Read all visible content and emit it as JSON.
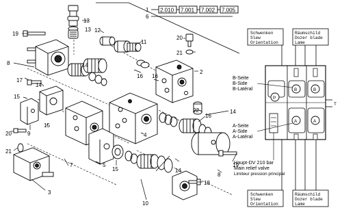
{
  "header": {
    "index_1": "1",
    "index_6": "6",
    "codes": [
      "2.010",
      "7.001",
      "7.002",
      "7.005"
    ]
  },
  "callouts": {
    "c2": "2",
    "c3": "3",
    "c4": "4",
    "c5": "5",
    "c7": "7",
    "c8a": "8",
    "c8b": "8",
    "c9": "9",
    "c10": "10",
    "c11": "11",
    "c12": "12",
    "c13": "13",
    "c14a": "14",
    "c14b": "14",
    "c14c": "14",
    "c14d": "14",
    "c15a": "15",
    "c15b": "15",
    "c15c": "15",
    "c16a": "16",
    "c16b": "16",
    "c16c": "16",
    "c17": "17",
    "c18": "18",
    "c19a": "19",
    "c19b": "19",
    "c20a": "20",
    "c20b": "20",
    "c21a": "21",
    "c21b": "21",
    "c22": "22"
  },
  "schematic": {
    "top_left_box": [
      "Schwenken",
      "Slew",
      "Orientation"
    ],
    "top_right_box": [
      "Räumschild",
      "Dozer blade",
      "Lame"
    ],
    "b_labels": [
      "B-Seite",
      "B-Side",
      "B-Latéral"
    ],
    "a_labels": [
      "A-Seite",
      "A-Side",
      "A-Latéral"
    ],
    "relief_labels": [
      "Haupt-DV 210 bar",
      "Main relief valve",
      "Limiteur pression principal"
    ],
    "bottom_left_box": [
      "Schwenken",
      "Slew",
      "Orientation"
    ],
    "bottom_right_box": [
      "Räumschild",
      "Dozer blade",
      "Lame"
    ],
    "port_p": "P",
    "port_t": "T",
    "port_b": "B",
    "port_a": "A"
  }
}
